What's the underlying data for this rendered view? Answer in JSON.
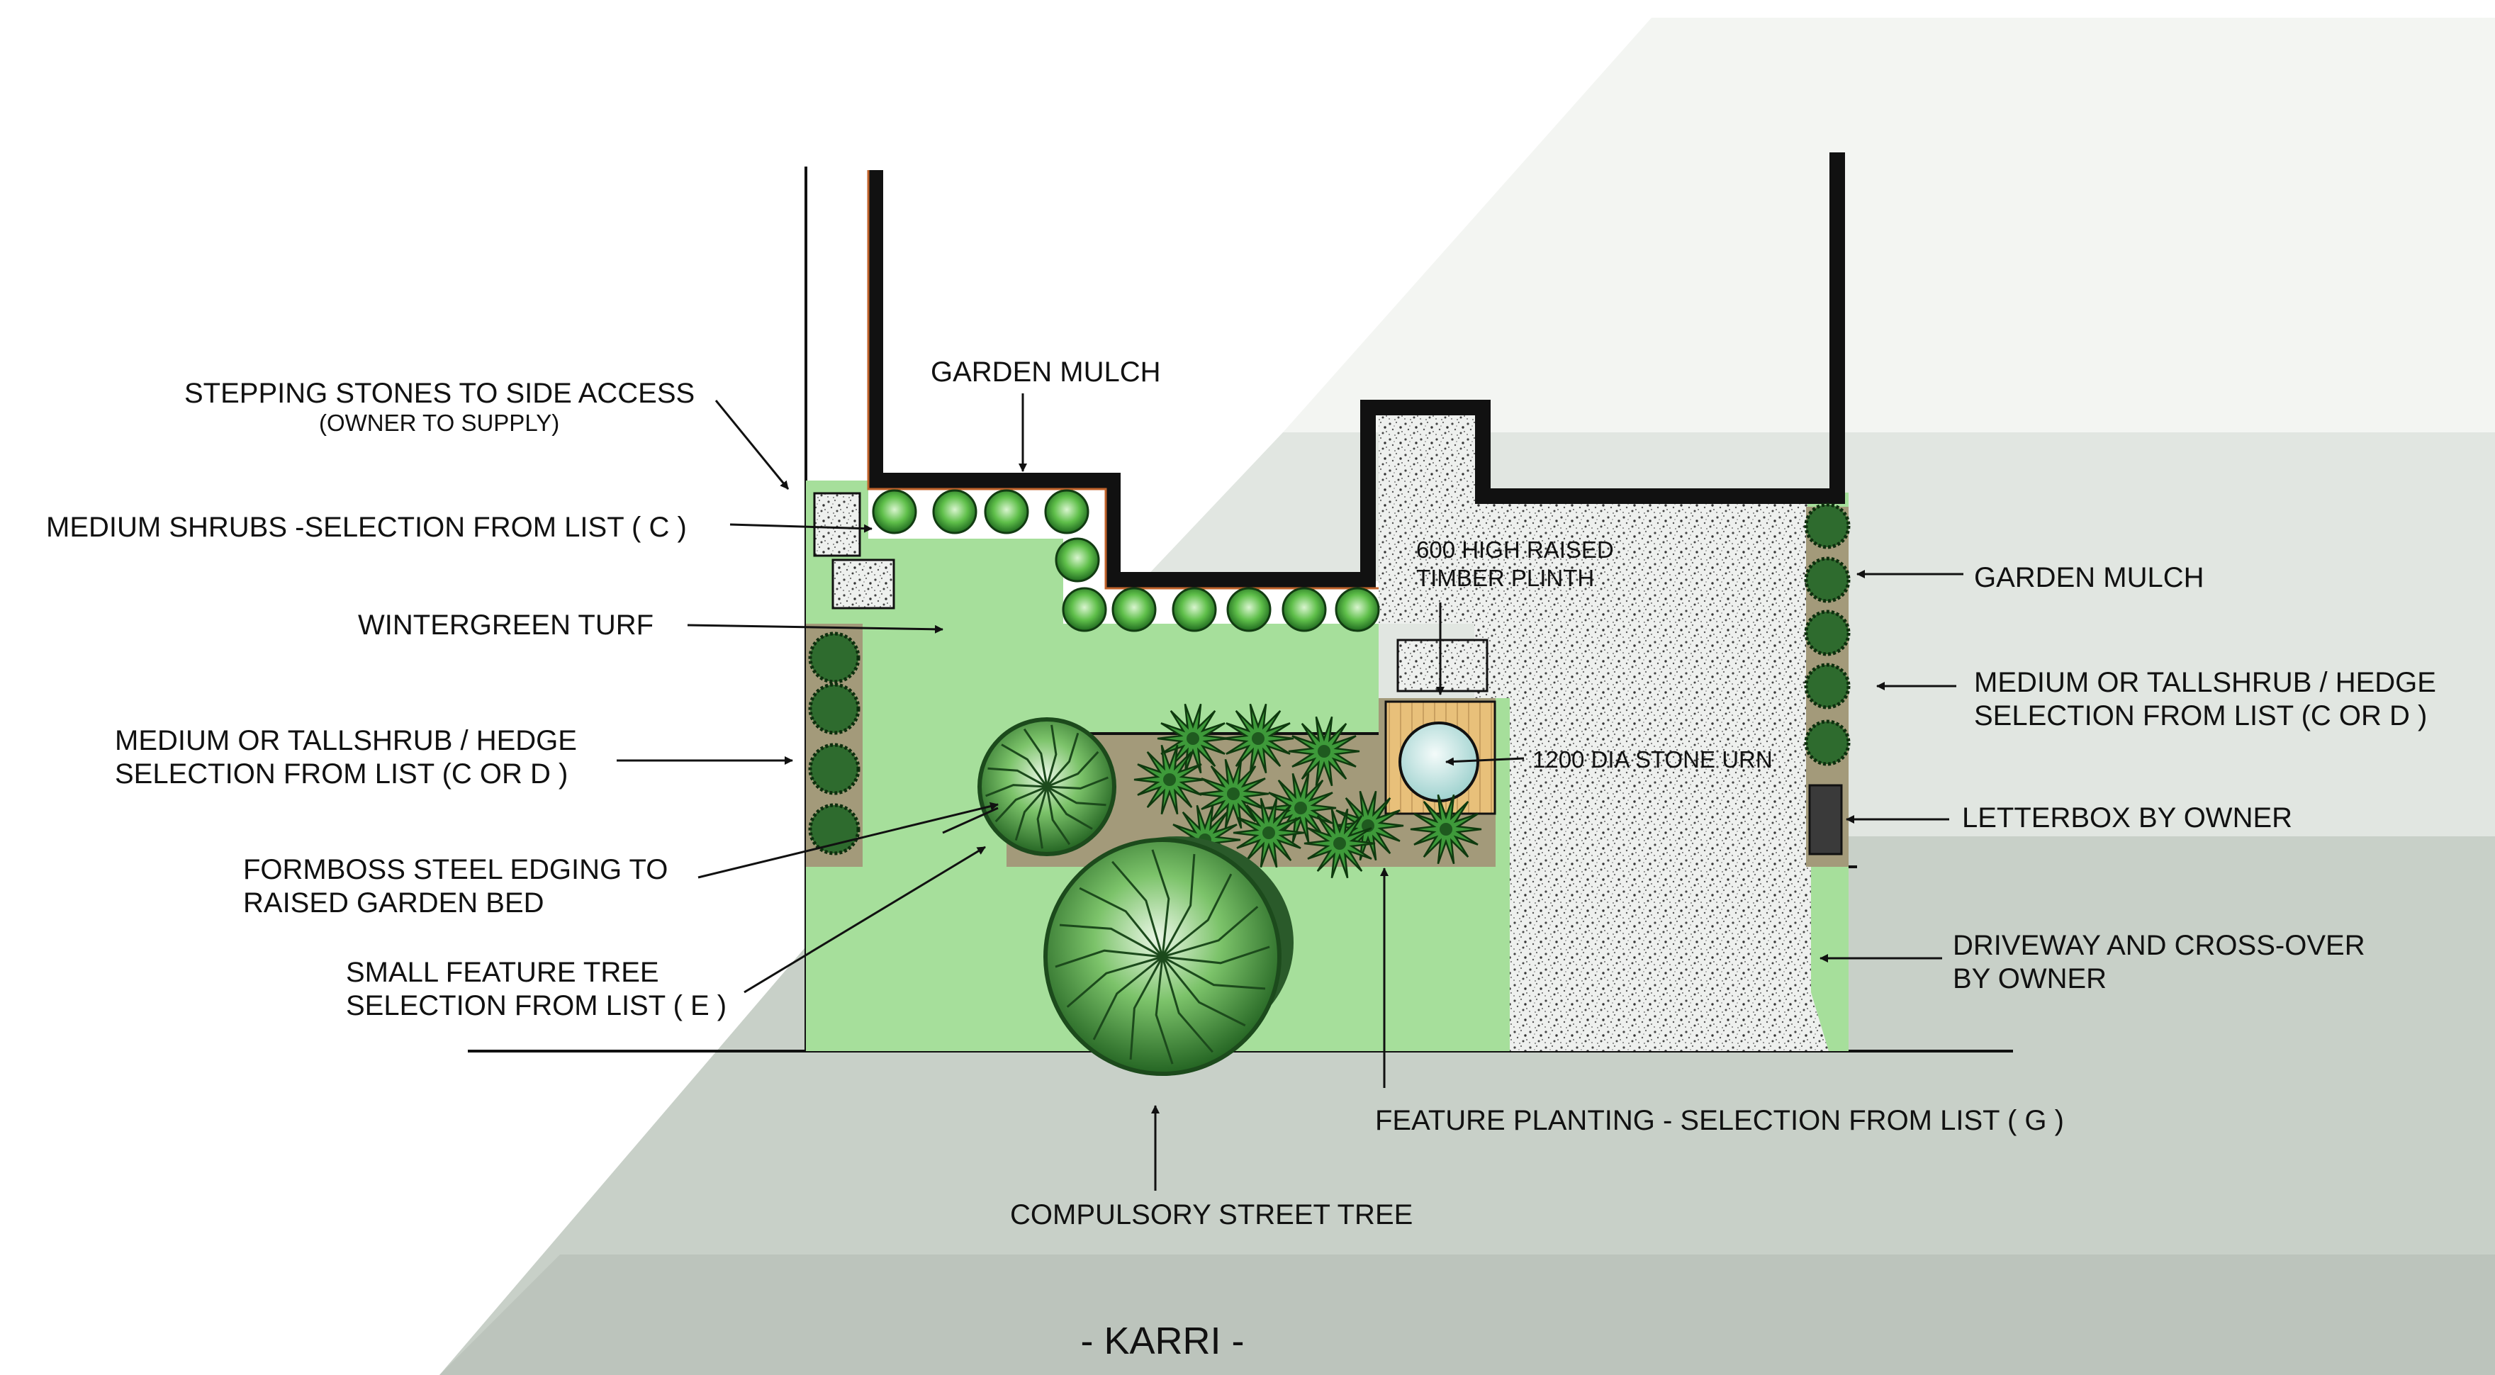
{
  "title": "- KARRI -",
  "colors": {
    "turf": "#a6df9b",
    "dark_shrub": "#2e6b2e",
    "wall": "#111111",
    "mulch_edge": "#c0622a",
    "soil": "#a39a7a",
    "band_light": "#f3f5f2",
    "band_mid": "#e1e6e1",
    "band_dark": "#c8d0c8"
  },
  "labels": {
    "stepping_stones": "STEPPING STONES TO SIDE ACCESS",
    "stepping_stones_note": "(OWNER TO SUPPLY)",
    "garden_mulch_top": "GARDEN MULCH",
    "medium_shrubs_c": "MEDIUM SHRUBS -SELECTION FROM LIST ( C )",
    "wintergreen_turf": "WINTERGREEN TURF",
    "hedge_left_line1": "MEDIUM OR TALLSHRUB / HEDGE",
    "hedge_left_line2": "SELECTION FROM LIST (C OR D )",
    "formboss_line1": "FORMBOSS STEEL EDGING TO",
    "formboss_line2": "RAISED GARDEN BED",
    "small_tree_line1": "SMALL FEATURE TREE",
    "small_tree_line2": "SELECTION FROM LIST ( E )",
    "plinth_line1": "600 HIGH RAISED",
    "plinth_line2": "TIMBER PLINTH",
    "stone_urn": "1200 DIA STONE URN",
    "garden_mulch_right": "GARDEN MULCH",
    "hedge_right_line1": "MEDIUM OR TALLSHRUB / HEDGE",
    "hedge_right_line2": "SELECTION FROM LIST (C OR D )",
    "letterbox": "LETTERBOX BY OWNER",
    "driveway_line1": "DRIVEWAY AND CROSS-OVER",
    "driveway_line2": "BY OWNER",
    "feature_planting": "FEATURE PLANTING  - SELECTION FROM LIST ( G )",
    "street_tree": "COMPULSORY STREET TREE"
  }
}
